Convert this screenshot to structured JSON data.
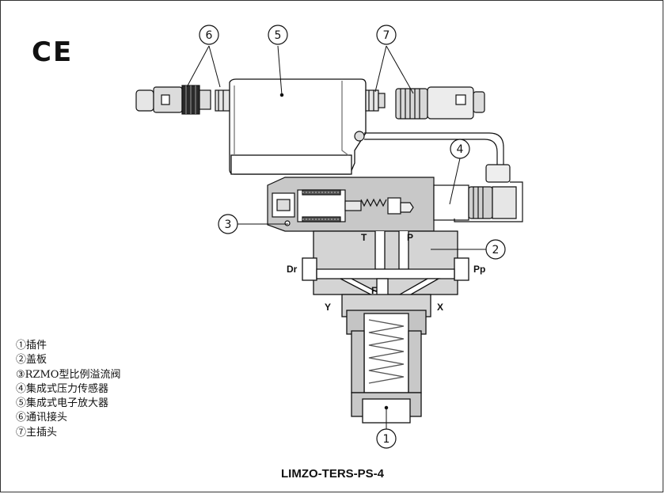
{
  "logo": "CE",
  "callouts": [
    "6",
    "5",
    "7",
    "4",
    "3",
    "2",
    "1"
  ],
  "ports": {
    "T": "T",
    "P": "P",
    "Dr": "Dr",
    "Pp": "Pp",
    "F": "F",
    "Y": "Y",
    "X": "X"
  },
  "legend": [
    "①插件",
    "②盖板",
    "③RZMO型比例溢流阀",
    "④集成式压力传感器",
    "⑤集成式电子放大器",
    "⑥通讯接头",
    "⑦主插头"
  ],
  "model_label": "LIMZO-TERS-PS-4",
  "colors": {
    "body": "#d4d4d4",
    "body_dark": "#9a9a9a",
    "line": "#111111",
    "background": "#ffffff"
  }
}
